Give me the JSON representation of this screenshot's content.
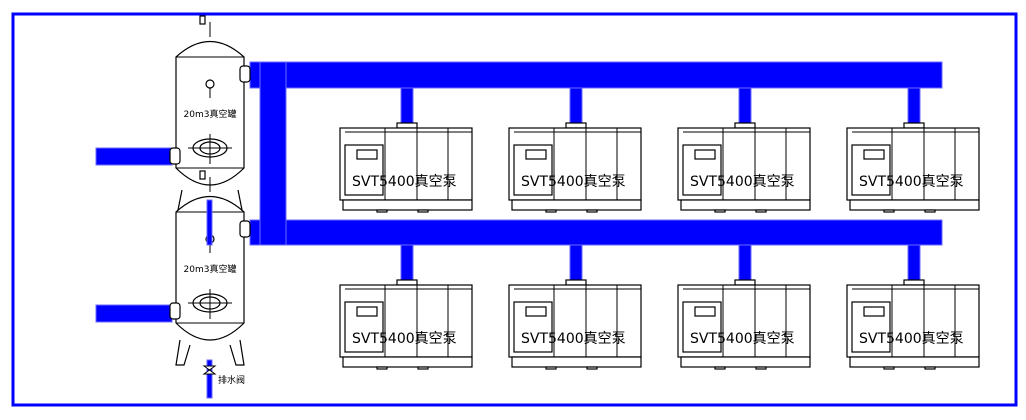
{
  "colors": {
    "pipe": "#0000ff",
    "border": "#0000ff",
    "line": "#000000"
  },
  "tanks": [
    {
      "label": "20m3真空罐"
    },
    {
      "label": "20m3真空罐"
    }
  ],
  "drain_valve_label": "排水阀",
  "pumps": {
    "top_row": [
      {
        "label": "SVT5400真空泵"
      },
      {
        "label": "SVT5400真空泵"
      },
      {
        "label": "SVT5400真空泵"
      },
      {
        "label": "SVT5400真空泵"
      }
    ],
    "bottom_row": [
      {
        "label": "SVT5400真空泵"
      },
      {
        "label": "SVT5400真空泵"
      },
      {
        "label": "SVT5400真空泵"
      },
      {
        "label": "SVT5400真空泵"
      }
    ]
  }
}
